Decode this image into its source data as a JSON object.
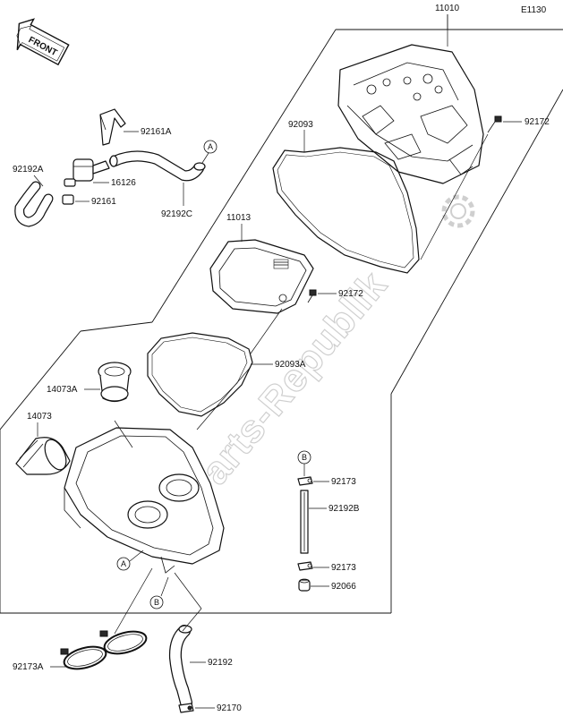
{
  "diagram_code": "E1130",
  "front_label": "FRONT",
  "watermark": "Parts-Republik",
  "parts": {
    "p11010": "11010",
    "p92172_top": "92172",
    "p92093": "92093",
    "p92161A": "92161A",
    "p92192A": "92192A",
    "p16126": "16126",
    "p92161": "92161",
    "p92192C": "92192C",
    "p11013": "11013",
    "p92172_mid": "92172",
    "p14073A": "14073A",
    "p92093A": "92093A",
    "p14073": "14073",
    "p92173_upper": "92173",
    "p92192B": "92192B",
    "p92173_lower": "92173",
    "p92066": "92066",
    "p92173A": "92173A",
    "p92192": "92192",
    "p92170": "92170"
  },
  "refs": {
    "a_top": "A",
    "a_bottom": "A",
    "b_right": "B",
    "b_bottom": "B"
  }
}
